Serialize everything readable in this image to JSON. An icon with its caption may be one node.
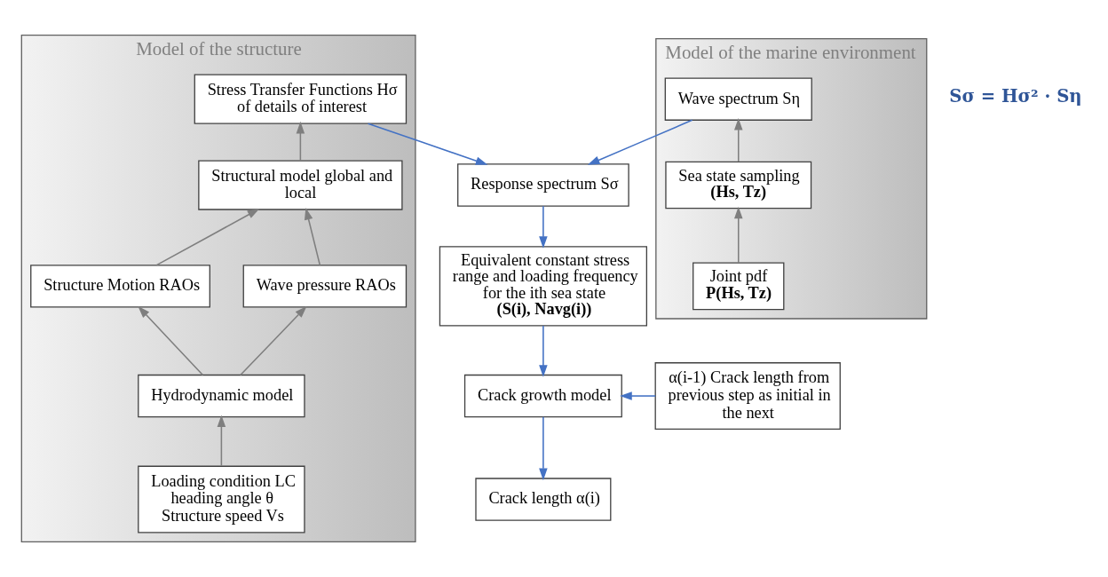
{
  "diagram": {
    "nodes": [
      {
        "text": [
          "Model of the structure"
        ]
      },
      {
        "text": [
          "Stress Transfer Functions Hσ of details of interest"
        ],
        "in": 0
      },
      {
        "text": [
          "Structural model global and local"
        ],
        "in": 0
      },
      {
        "text": [
          "Structure Motion RAOs"
        ],
        "in": 0
      },
      {
        "text": [
          "Wave pressure RAOs"
        ],
        "in": 0
      },
      {
        "text": [
          "Hydrodynamic model"
        ],
        "in": 0
      },
      {
        "text": [
          "Loading condition LC",
          "heading angle θ",
          "Structure speed Vs"
        ],
        "in": 0
      },
      {
        "text": [
          "Model of the marine environment"
        ]
      },
      {
        "text": [
          "Wave spectrum Sη"
        ],
        "in": 7
      },
      {
        "text": [
          "Sea state sampling",
          "(Hs, Tz)"
        ],
        "in": 7
      },
      {
        "text": [
          "Joint pdf",
          "P(Hs, Tz)"
        ],
        "in": 7
      },
      {
        "text": [
          "Response spectrum Sσ"
        ]
      },
      {
        "text": [
          "Equivalent constant stress range and loading frequency for the ith sea state",
          "(S(i), Navg(i))"
        ]
      },
      {
        "text": [
          "Crack growth model"
        ]
      },
      {
        "text": [
          "Crack length α(i)"
        ]
      },
      {
        "text": [
          "α(i-1) Crack length from previous step as initial in the next"
        ]
      }
    ],
    "edges": [
      {
        "from": 6,
        "to": 5,
        "arrow": "to"
      },
      {
        "from": 5,
        "to": 3,
        "arrow": "to"
      },
      {
        "from": 5,
        "to": 4,
        "arrow": "to"
      },
      {
        "from": 3,
        "to": 2,
        "arrow": "to"
      },
      {
        "from": 4,
        "to": 2,
        "arrow": "to"
      },
      {
        "from": 2,
        "to": 1,
        "arrow": "to"
      },
      {
        "from": 10,
        "to": 9,
        "arrow": "to"
      },
      {
        "from": 9,
        "to": 8,
        "arrow": "to"
      },
      {
        "from": 1,
        "to": 11,
        "arrow": "to",
        "color": "#4472c4"
      },
      {
        "from": 8,
        "to": 11,
        "arrow": "to",
        "color": "#4472c4"
      },
      {
        "from": 11,
        "to": 12,
        "arrow": "to",
        "color": "#4472c4"
      },
      {
        "from": 12,
        "to": 13,
        "arrow": "to",
        "color": "#4472c4"
      },
      {
        "from": 13,
        "to": 14,
        "arrow": "to",
        "color": "#4472c4"
      },
      {
        "from": 15,
        "to": 13,
        "arrow": "to",
        "color": "#4472c4"
      }
    ],
    "labels": [
      "Sσ = Hσ² · Sη"
    ]
  }
}
